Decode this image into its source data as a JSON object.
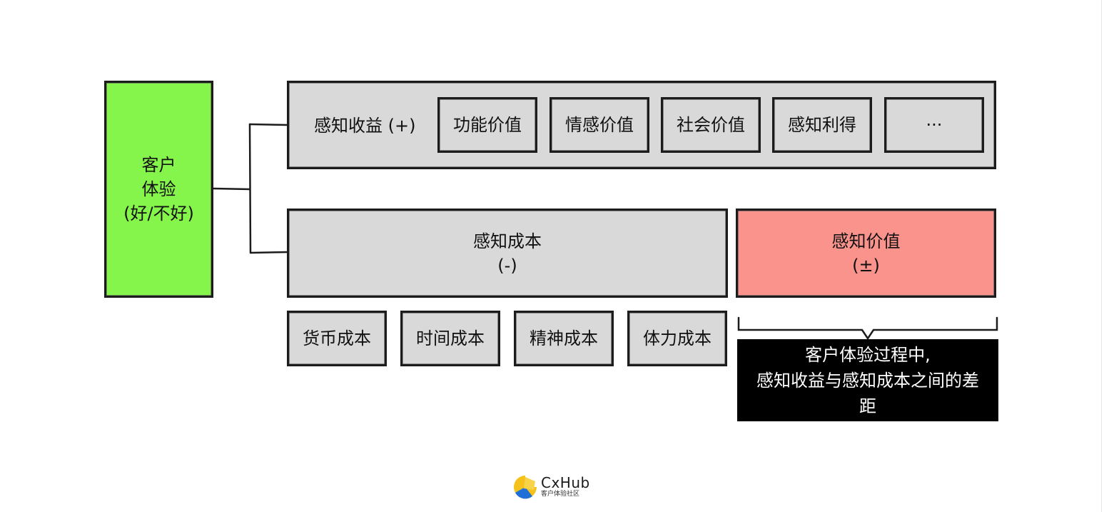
{
  "root": {
    "lines": [
      "客户",
      "体验",
      "(好/不好)"
    ]
  },
  "benefit": {
    "label": "感知收益 (+)",
    "items": [
      "功能价值",
      "情感价值",
      "社会价值",
      "感知利得",
      "···"
    ]
  },
  "cost": {
    "title": "感知成本",
    "sign": "(-)",
    "items": [
      "货币成本",
      "时间成本",
      "精神成本",
      "体力成本"
    ]
  },
  "value": {
    "title": "感知价值",
    "sign": "(±)"
  },
  "tooltip": {
    "lines": [
      "客户体验过程中,",
      "感知收益与感知成本之间的差",
      "距"
    ]
  },
  "logo": {
    "name": "CxHub",
    "sub": "客户体验社区"
  },
  "colors": {
    "root": "#86f54b",
    "box": "#d9d9d9",
    "value": "#fb938d",
    "tooltip": "#000000"
  }
}
